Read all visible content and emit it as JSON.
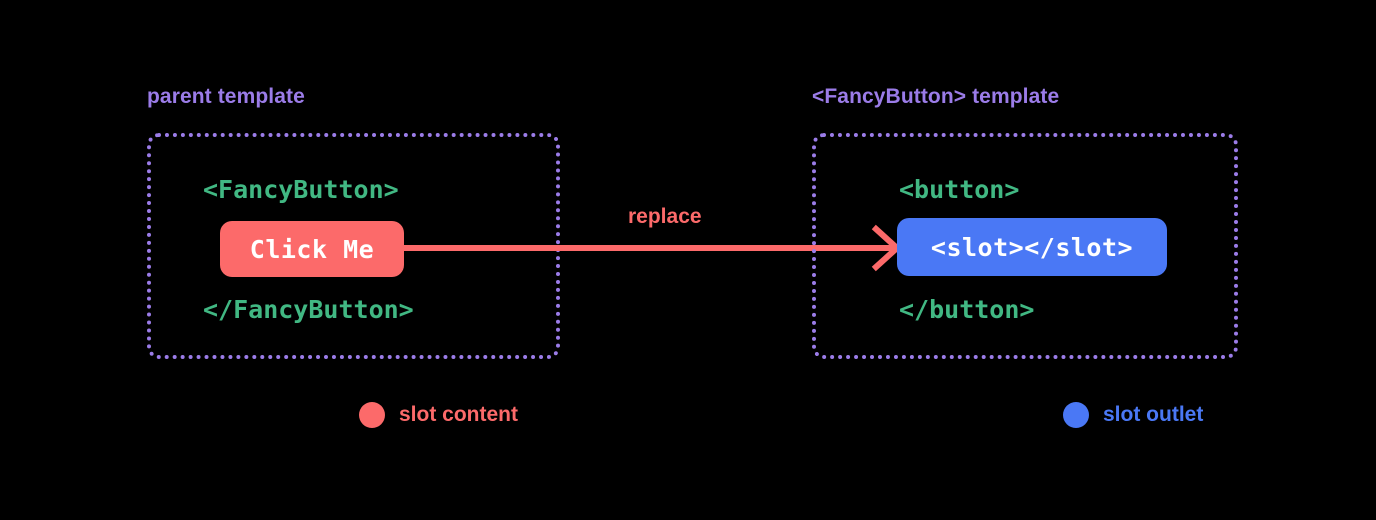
{
  "diagram": {
    "background": "#000000",
    "colors": {
      "accent_purple": "#9b7ce8",
      "code_green": "#41b883",
      "slot_content_red": "#fc6a6a",
      "slot_outlet_blue": "#4a78f5",
      "chip_text": "#ffffff"
    },
    "panels": [
      {
        "id": "parent",
        "title": "parent template",
        "open_tag": "<FancyButton>",
        "close_tag": "</FancyButton>",
        "chip_label": "Click Me",
        "chip_role": "slot-content"
      },
      {
        "id": "fancy",
        "title": "<FancyButton> template",
        "open_tag": "<button>",
        "close_tag": "</button>",
        "chip_label": "<slot></slot>",
        "chip_role": "slot-outlet"
      }
    ],
    "connector": {
      "label": "replace",
      "direction": "left-to-right",
      "color": "#fc6a6a"
    },
    "legend": [
      {
        "label": "slot content",
        "color": "#fc6a6a"
      },
      {
        "label": "slot outlet",
        "color": "#4a78f5"
      }
    ]
  }
}
